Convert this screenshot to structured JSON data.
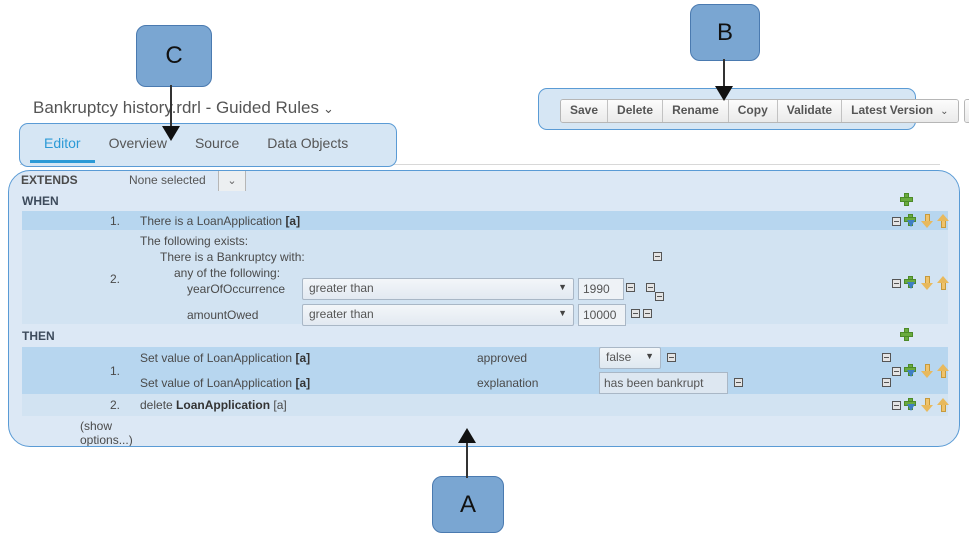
{
  "document": {
    "title": "Bankruptcy history.rdrl - Guided Rules",
    "title_caret": "⌄"
  },
  "tabs": [
    {
      "label": "Editor",
      "active": true
    },
    {
      "label": "Overview",
      "active": false
    },
    {
      "label": "Source",
      "active": false
    },
    {
      "label": "Data Objects",
      "active": false
    }
  ],
  "toolbar": {
    "buttons": [
      {
        "label": "Save"
      },
      {
        "label": "Delete"
      },
      {
        "label": "Rename"
      },
      {
        "label": "Copy"
      },
      {
        "label": "Validate"
      },
      {
        "label": "Latest Version",
        "caret": "⌄"
      }
    ],
    "maximize_icon": "⤡",
    "close_icon": "✖"
  },
  "extends": {
    "label": "EXTENDS",
    "value": "None selected",
    "dropdown_icon": "⌄"
  },
  "when": {
    "label": "WHEN",
    "add_icon": "plus-icon",
    "row1": {
      "number": "1.",
      "text_prefix": "There is a LoanApplication ",
      "text_binding": "[a]"
    },
    "row2": {
      "number": "2.",
      "line1": "The following exists:",
      "line2": "There is a Bankruptcy with:",
      "line3": "any of the following:",
      "constraints": [
        {
          "field": "yearOfOccurrence",
          "operator": "greater than",
          "value": "1990"
        },
        {
          "field": "amountOwed",
          "operator": "greater than",
          "value": "10000"
        }
      ]
    }
  },
  "then": {
    "label": "THEN",
    "add_icon": "plus-icon",
    "row1": {
      "number": "1.",
      "actions": [
        {
          "text_prefix": "Set value of LoanApplication ",
          "text_binding": "[a]",
          "field": "approved",
          "control": "select",
          "value": "false"
        },
        {
          "text_prefix": "Set value of LoanApplication ",
          "text_binding": "[a]",
          "field": "explanation",
          "control": "text",
          "value": "has been bankrupt"
        }
      ]
    },
    "row2": {
      "number": "2.",
      "text_prefix": "delete ",
      "text_binding": "LoanApplication",
      "text_suffix": " [a]"
    },
    "show_options": "(show options...)"
  },
  "annotations": [
    {
      "id": "A",
      "label": "A"
    },
    {
      "id": "B",
      "label": "B"
    },
    {
      "id": "C",
      "label": "C"
    }
  ],
  "colors": {
    "accent": "#2c9ad6",
    "panel_border": "#5a9bd5",
    "panel_bg": "#dce8f5",
    "row_highlight": "#b7d6ef",
    "row_alt": "#d2e3f2",
    "annotation_fill": "#7aa6d2",
    "annotation_border": "#4a7ab0"
  }
}
